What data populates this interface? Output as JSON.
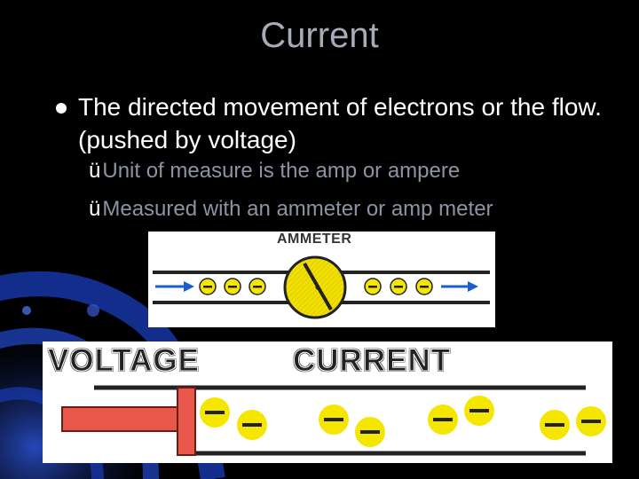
{
  "slide": {
    "title": "Current",
    "bullet": "The directed movement of electrons or the flow. (pushed by voltage)",
    "checkmark_glyph": "ü",
    "sub_bullets": [
      "Unit of measure is the amp or ampere",
      "Measured with an ammeter or amp meter"
    ]
  },
  "diagrams": {
    "ammeter": {
      "label": "AMMETER",
      "electron_symbol": "−"
    },
    "flow": {
      "voltage_label": "VOLTAGE",
      "current_label": "CURRENT"
    }
  },
  "colors": {
    "background": "#000000",
    "title": "#a6acb8",
    "sub_text": "#8c93a3",
    "electron": "#f5e600",
    "arrow": "#1a5fd0",
    "piston": "#e8584a",
    "swirl": "#1030a0"
  }
}
